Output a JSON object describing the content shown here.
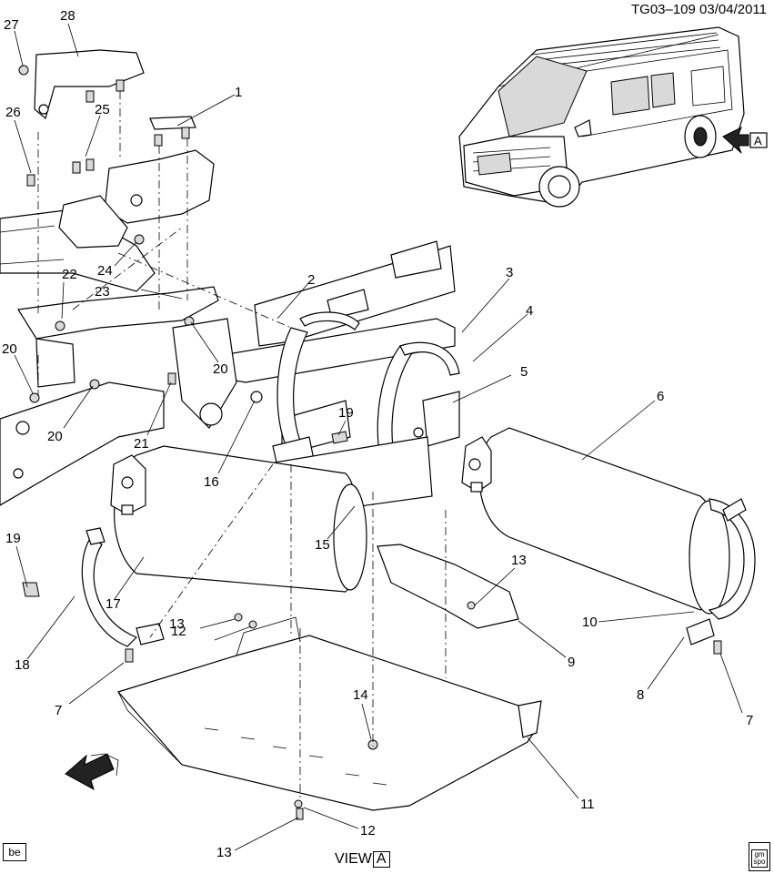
{
  "header": {
    "code": "TG03–109  03/04/2011"
  },
  "footer": {
    "be_label": "be",
    "view_word": "VIEW",
    "view_letter": "A",
    "gmspo_label": "gm spo"
  },
  "van": {
    "view_letter": "A"
  },
  "callouts": [
    "27",
    "28",
    "1",
    "26",
    "25",
    "24",
    "22",
    "23",
    "2",
    "3",
    "4",
    "20",
    "20",
    "20",
    "5",
    "6",
    "21",
    "16",
    "19",
    "15",
    "19",
    "17",
    "13",
    "12",
    "13",
    "9",
    "10",
    "18",
    "7",
    "8",
    "7",
    "14",
    "11",
    "12",
    "13"
  ]
}
